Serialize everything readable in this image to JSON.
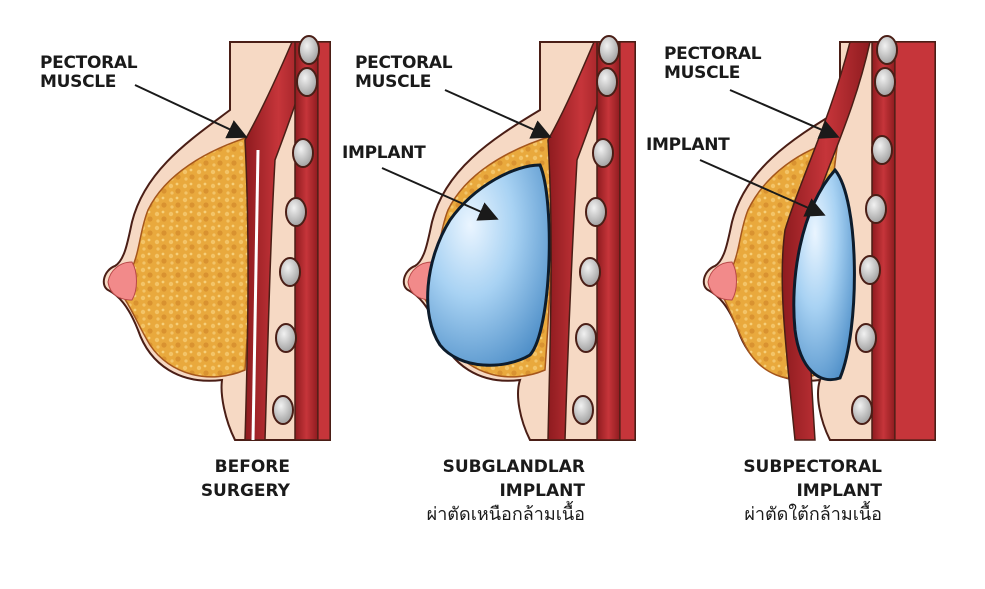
{
  "panels": [
    {
      "id": "before",
      "muscle_label": [
        "PECTORAL",
        "MUSCLE"
      ],
      "caption": [
        "BEFORE",
        "SURGERY"
      ]
    },
    {
      "id": "subglandular",
      "muscle_label": [
        "PECTORAL",
        "MUSCLE"
      ],
      "implant_label": "IMPLANT",
      "caption": [
        "SUBGLANDLAR",
        "IMPLANT"
      ],
      "caption_thai": "ผ่าตัดเหนือกล้ามเนื้อ"
    },
    {
      "id": "subpectoral",
      "muscle_label": [
        "PECTORAL",
        "MUSCLE"
      ],
      "implant_label": "IMPLANT",
      "caption": [
        "SUBPECTORAL",
        "IMPLANT"
      ],
      "caption_thai": "ผ่าตัดใต้กล้ามเนื้อ"
    }
  ],
  "colors": {
    "skin": "#f6d9c4",
    "fat": "#e9a93d",
    "muscle": "#b6262c",
    "implant": "#8fc5ee",
    "rib": "#c9c9c9",
    "outline": "#4a1e16"
  }
}
